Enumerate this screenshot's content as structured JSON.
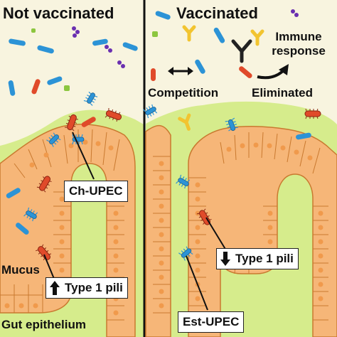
{
  "left_panel": {
    "title": "Not vaccinated",
    "pathogen_label": "Ch-UPEC",
    "pili_label": "Type 1 pili",
    "pili_direction": "up-arrow-icon",
    "mucus_label": "Mucus",
    "epithelium_label": "Gut epithelium"
  },
  "right_panel": {
    "title": "Vaccinated",
    "immune_label": "Immune response",
    "competition_label": "Competition",
    "eliminated_label": "Eliminated",
    "pathogen_label": "Est-UPEC",
    "pili_label": "Type 1 pili",
    "pili_direction": "down-arrow-icon"
  },
  "colors": {
    "background": "#f8f4df",
    "mucus": "#d6ec8c",
    "epithelium": "#f6b678",
    "upec_red": "#e04a2a",
    "bacteria_blue": "#2c93d6",
    "antibody_yellow": "#f2c430",
    "purple": "#6a2fb0",
    "green": "#8cc63f"
  }
}
